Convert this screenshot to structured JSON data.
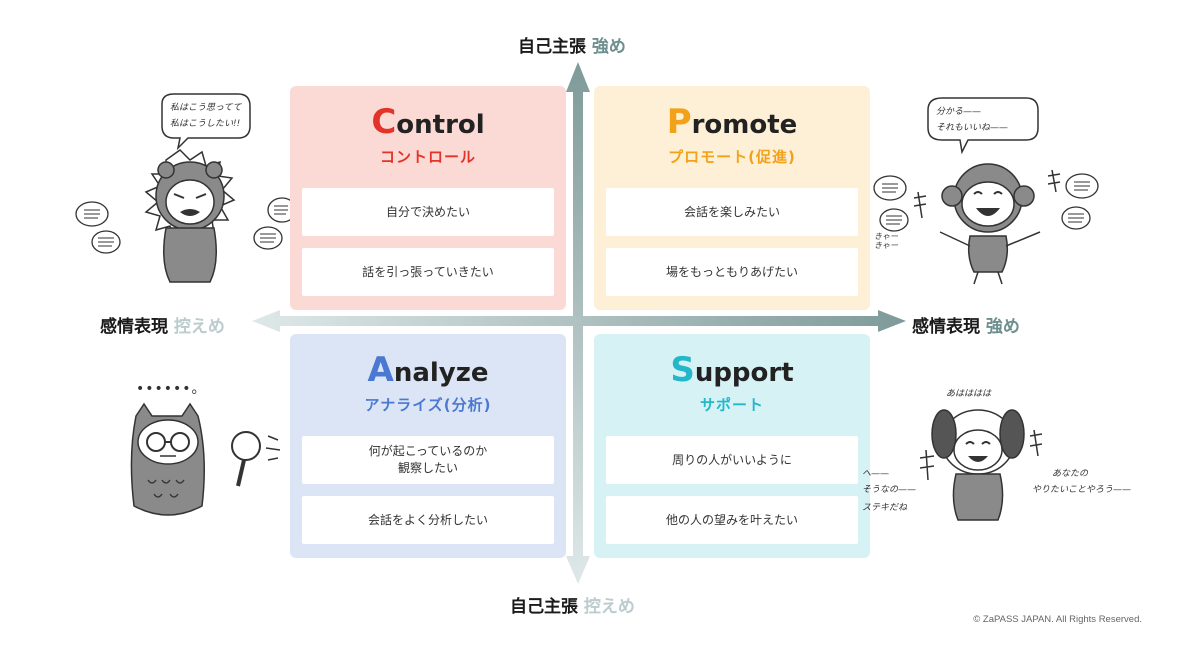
{
  "axes": {
    "top": {
      "prefix": "自己主張",
      "suffix": "強め"
    },
    "bottom": {
      "prefix": "自己主張",
      "suffix": "控えめ"
    },
    "left": {
      "prefix": "感情表現",
      "suffix": "控えめ"
    },
    "right": {
      "prefix": "感情表現",
      "suffix": "強め"
    }
  },
  "quadrants": {
    "control": {
      "initial": "C",
      "rest": "ontrol",
      "subtitle": "コントロール",
      "color": "#e3342a",
      "bg": "#fbd9d5",
      "cards": [
        "自分で決めたい",
        "話を引っ張っていきたい"
      ]
    },
    "promote": {
      "initial": "P",
      "rest": "romote",
      "subtitle": "プロモート(促進)",
      "color": "#f2a219",
      "bg": "#fdf0d6",
      "cards": [
        "会話を楽しみたい",
        "場をもっともりあげたい"
      ]
    },
    "analyze": {
      "initial": "A",
      "rest": "nalyze",
      "subtitle": "アナライズ(分析)",
      "color": "#4a78d2",
      "bg": "#dce5f6",
      "cards": [
        "何が起こっているのか\n観察したい",
        "会話をよく分析したい"
      ]
    },
    "support": {
      "initial": "S",
      "rest": "upport",
      "subtitle": "サポート",
      "color": "#22b7c9",
      "bg": "#d6f2f5",
      "cards": [
        "周りの人がいいように",
        "他の人の望みを叶えたい"
      ]
    }
  },
  "illustrations": {
    "lion": {
      "speech": [
        "私はこう思ってて",
        "私はこうしたい!!"
      ]
    },
    "monkey": {
      "speech": [
        "分かる——",
        "それもいいね——"
      ],
      "murmur": "きゃー\nきゃー"
    },
    "owl": {
      "dots": "••••••。"
    },
    "dog": {
      "speech": "あはははは",
      "left": [
        "へ——",
        "そうなの——",
        "ステキだね"
      ],
      "right": [
        "あなたの",
        "やりたいことやろう——"
      ]
    }
  },
  "copyright": "© ZaPASS JAPAN. All Rights Reserved."
}
